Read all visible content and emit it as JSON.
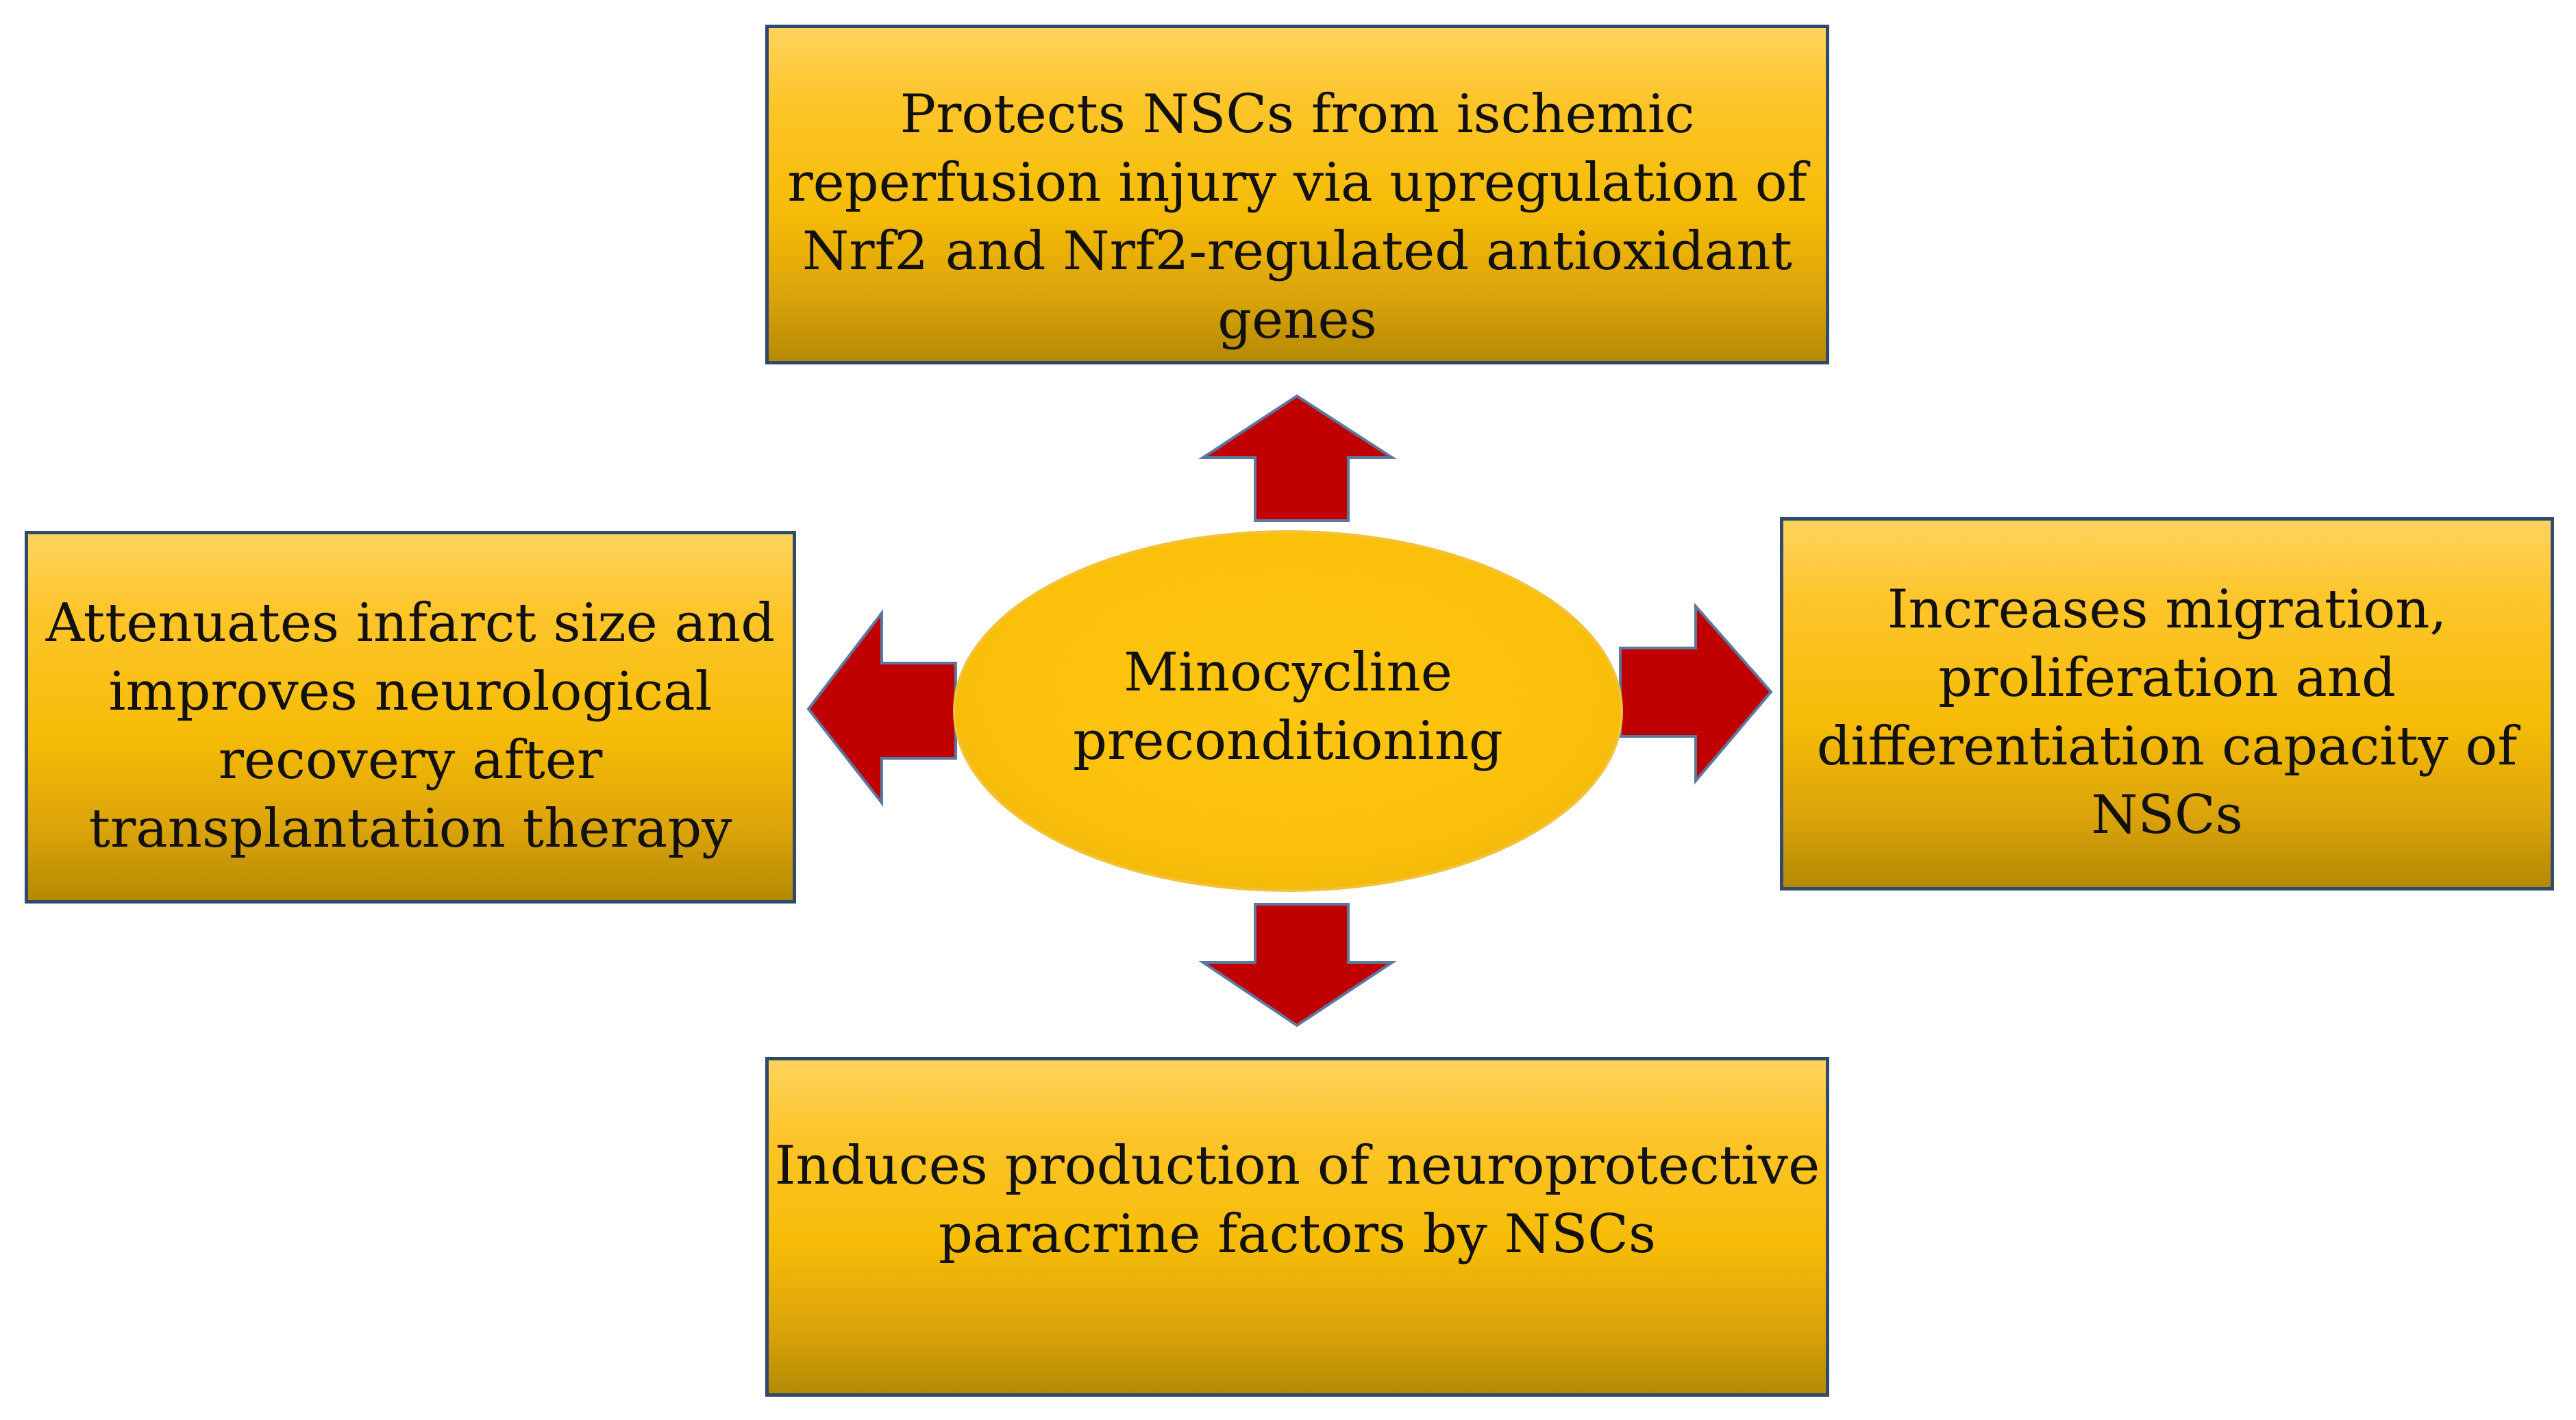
{
  "diagram": {
    "center": {
      "label": "Minocycline\npreconditioning"
    },
    "effects": {
      "top": "Protects NSCs  from ischemic\nreperfusion injury via upregulation of\nNrf2 and Nrf2-regulated antioxidant\ngenes",
      "left": "Attenuates infarct size and\nimproves  neurological\nrecovery after\ntransplantation therapy",
      "right": "Increases migration,\nproliferation  and\ndifferentiation capacity of\nNSCs",
      "bottom": "Induces production of neuroprotective\nparacrine factors by NSCs"
    },
    "colors": {
      "box_border": "#2f4a6b",
      "box_fill_top": "#fed35e",
      "box_fill_bottom": "#b58a04",
      "ellipse_fill": "#fcc30d",
      "arrow_fill": "#c00000",
      "arrow_border": "#5b78a0"
    }
  }
}
